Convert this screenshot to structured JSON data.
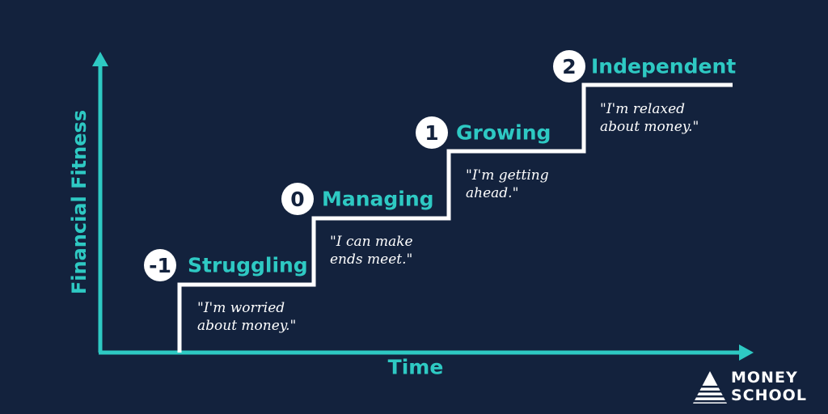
{
  "axes": {
    "y_label": "Financial Fitness",
    "x_label": "Time"
  },
  "stages": [
    {
      "number": "-1",
      "title": "Struggling",
      "quote_line1": "\"I'm worried",
      "quote_line2": "about money.\""
    },
    {
      "number": "0",
      "title": "Managing",
      "quote_line1": "\"I can make",
      "quote_line2": "ends meet.\""
    },
    {
      "number": "1",
      "title": "Growing",
      "quote_line1": "\"I'm getting",
      "quote_line2": "ahead.\""
    },
    {
      "number": "2",
      "title": "Independent",
      "quote_line1": "\"I'm relaxed",
      "quote_line2": "about money.\""
    }
  ],
  "logo": {
    "line1": "MONEY",
    "line2": "SCHOOL"
  },
  "colors": {
    "background": "#13223d",
    "accent": "#2ec9c3",
    "step_line": "#ffffff"
  }
}
